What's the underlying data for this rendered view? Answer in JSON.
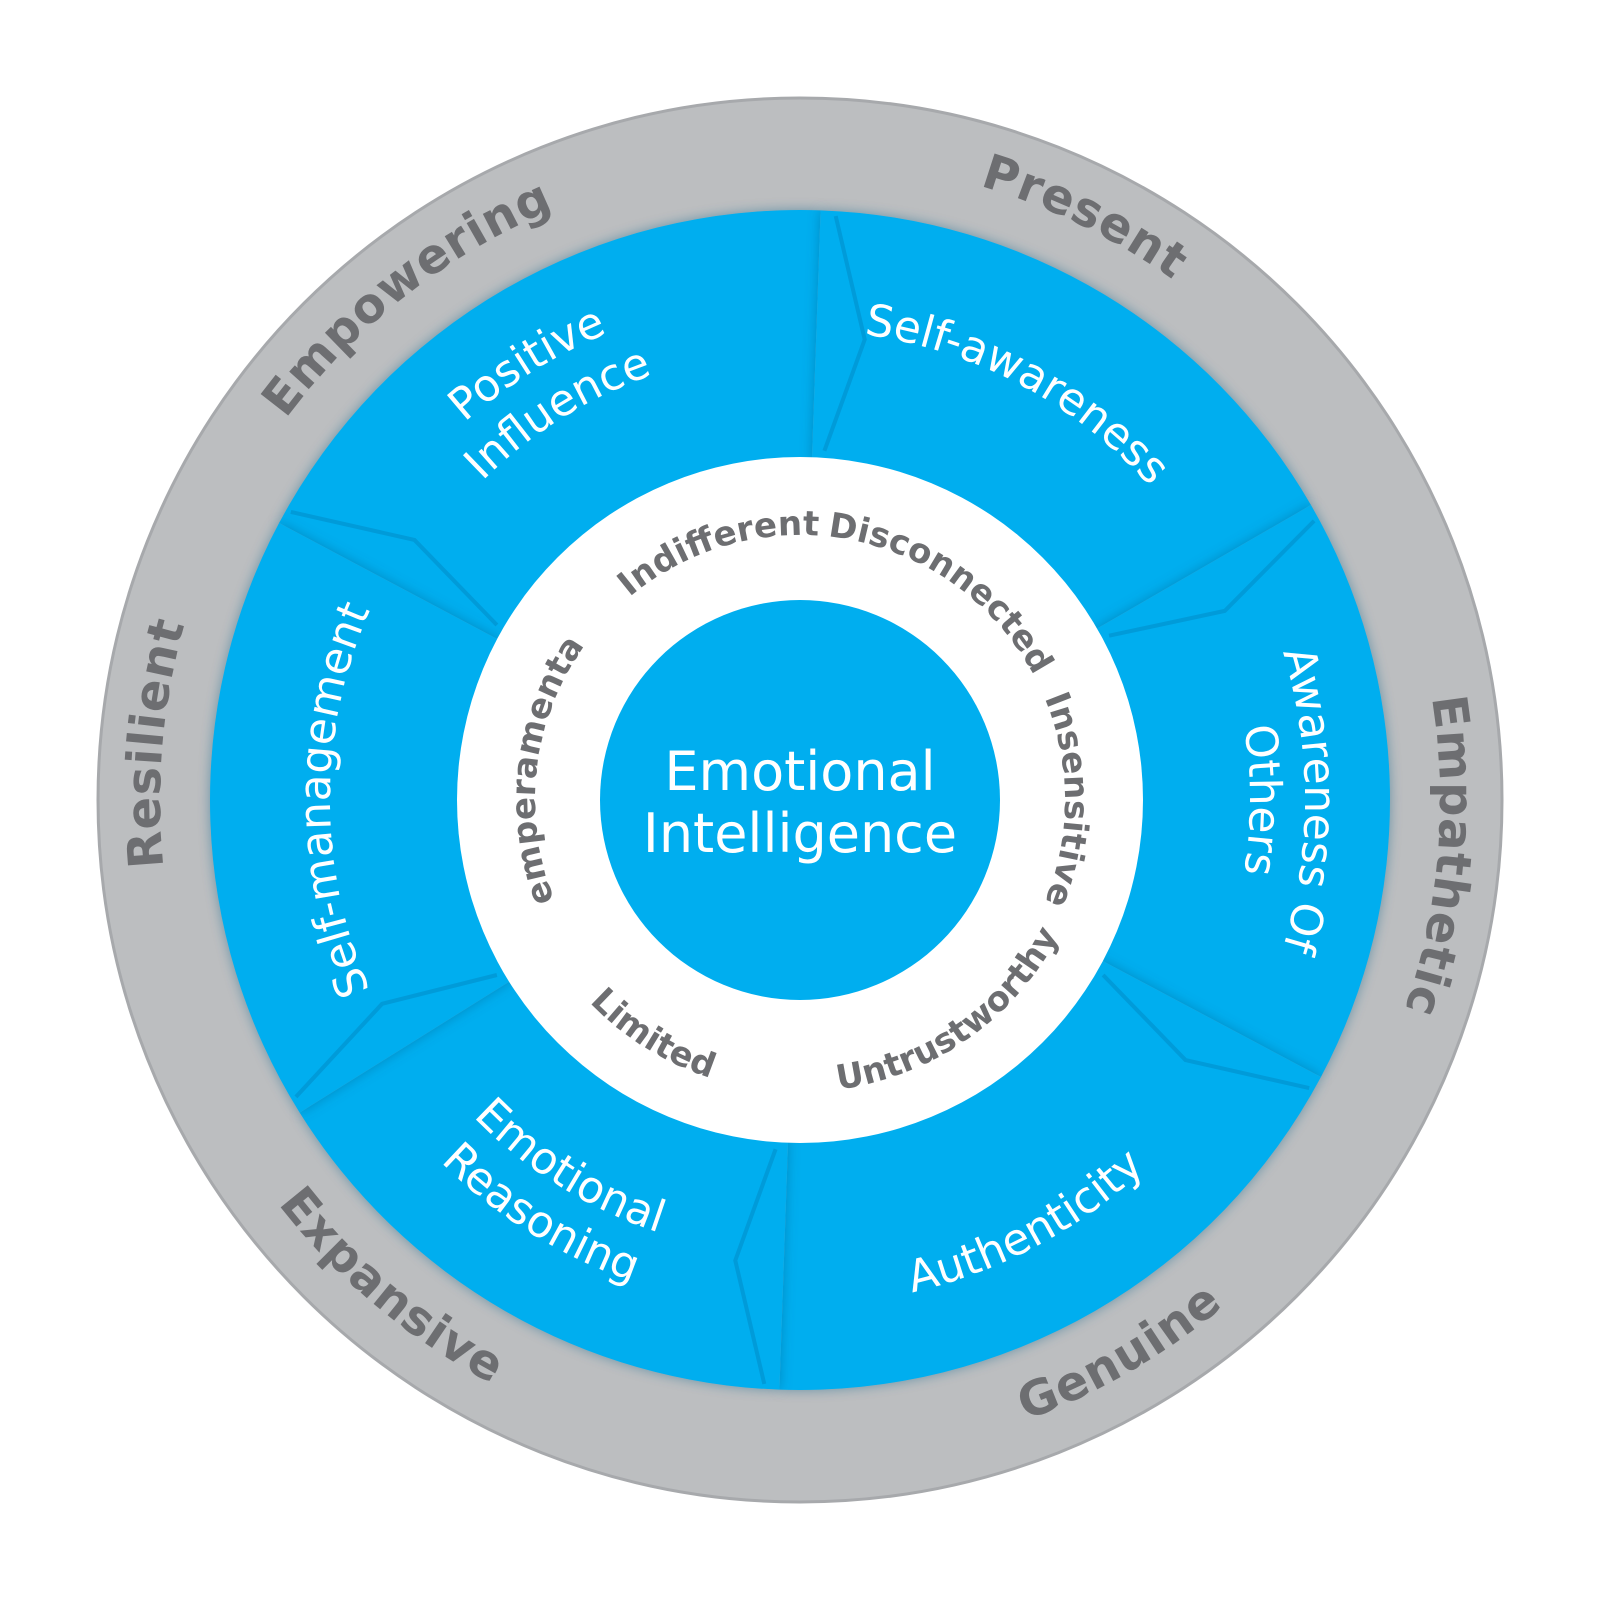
{
  "colors": {
    "outer_ring": "#bcbec0",
    "outer_ring_edge": "#a7a9ac",
    "segment_blue": "#00aeef",
    "segment_shadow": "#008ec9",
    "inner_ring": "#ffffff",
    "outer_text": "#6d6e71",
    "inner_text": "#6d6e71",
    "segment_text": "#ffffff"
  },
  "center": {
    "line1": "Emotional",
    "line2": "Intelligence"
  },
  "outer_ring_words": [
    {
      "id": "empowering",
      "text": "Empowering",
      "angle": -38,
      "side": "top"
    },
    {
      "id": "present",
      "text": "Present",
      "angle": 26,
      "side": "top"
    },
    {
      "id": "empathetic",
      "text": "Empathetic",
      "angle": 95,
      "side": "top"
    },
    {
      "id": "genuine",
      "text": "Genuine",
      "angle": 150,
      "side": "bottom"
    },
    {
      "id": "expansive",
      "text": "Expansive",
      "angle": 220,
      "side": "bottom"
    },
    {
      "id": "resilient",
      "text": "Resilient",
      "angle": -85,
      "side": "top"
    }
  ],
  "segments": [
    {
      "id": "positive-influence",
      "lines": [
        "Positive",
        "Influence"
      ],
      "angle": -32
    },
    {
      "id": "self-awareness",
      "lines": [
        "Self-awareness"
      ],
      "angle": 28
    },
    {
      "id": "awareness-of-others",
      "lines": [
        "Awareness Of",
        "Others"
      ],
      "angle": 90
    },
    {
      "id": "authenticity",
      "lines": [
        "Authenticity"
      ],
      "angle": 152
    },
    {
      "id": "emotional-reasoning",
      "lines": [
        "Emotional",
        "Reasoning"
      ],
      "angle": 212
    },
    {
      "id": "self-management",
      "lines": [
        "Self-management"
      ],
      "angle": -90
    }
  ],
  "inner_ring_words": [
    {
      "id": "indifferent",
      "text": "Indifferent",
      "angle": -18,
      "side": "top"
    },
    {
      "id": "disconnected",
      "text": "Disconnected",
      "angle": 34,
      "side": "top"
    },
    {
      "id": "insensitive",
      "text": "Insensitive",
      "angle": 90,
      "side": "top"
    },
    {
      "id": "untrustworthy",
      "text": "Untrustworthy",
      "angle": 145,
      "side": "bottom"
    },
    {
      "id": "limited",
      "text": "Limited",
      "angle": 212,
      "side": "bottom"
    },
    {
      "id": "temperamental",
      "text": "Temperamental",
      "angle": -84,
      "side": "top"
    }
  ]
}
